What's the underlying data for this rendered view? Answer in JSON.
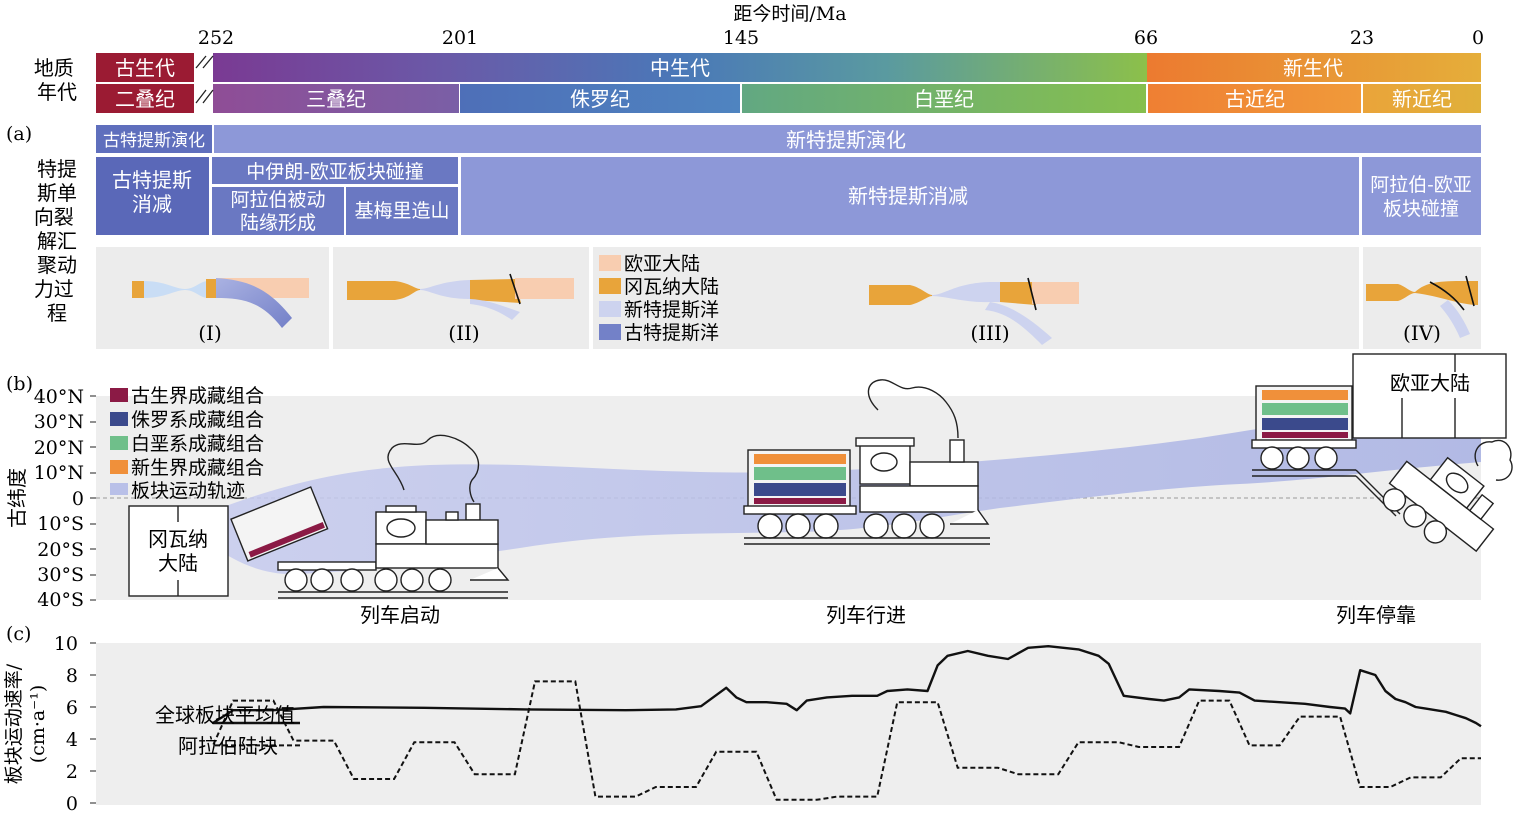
{
  "time_axis": {
    "title": "距今时间/Ma",
    "ticks": [
      {
        "label": "252",
        "ma": 252
      },
      {
        "label": "201",
        "ma": 201
      },
      {
        "label": "145",
        "ma": 145
      },
      {
        "label": "66",
        "ma": 66
      },
      {
        "label": "23",
        "ma": 23
      },
      {
        "label": "0",
        "ma": 0
      }
    ]
  },
  "geo_eras": {
    "row_label": "地质\n年代",
    "eras": [
      {
        "label": "古生代",
        "from": 300,
        "to": 252
      },
      {
        "label": "中生代",
        "from": 252,
        "to": 66
      },
      {
        "label": "新生代",
        "from": 66,
        "to": 0
      }
    ],
    "periods": [
      {
        "label": "二叠纪",
        "from": 300,
        "to": 252
      },
      {
        "label": "三叠纪",
        "from": 252,
        "to": 201
      },
      {
        "label": "侏罗纪",
        "from": 201,
        "to": 145
      },
      {
        "label": "白垩纪",
        "from": 145,
        "to": 66
      },
      {
        "label": "古近纪",
        "from": 66,
        "to": 23
      },
      {
        "label": "新近纪",
        "from": 23,
        "to": 0
      }
    ]
  },
  "panel_a": {
    "tag": "(a)",
    "row_label": "特提\n斯单\n向裂\n解汇\n聚动\n力过\n程",
    "evolution": [
      "古特提斯演化",
      "新特提斯演化"
    ],
    "events": {
      "paleo_subduction": "古特提斯\n消减",
      "iran_collision": "中伊朗-欧亚板块碰撞",
      "arabia_margin": "阿拉伯被动\n陆缘形成",
      "cimmerian": "基梅里造山",
      "neo_subduction": "新特提斯消减",
      "arabia_collision": "阿拉伯-欧亚\n板块碰撞"
    },
    "stages": [
      "(I)",
      "(II)",
      "(III)",
      "(IV)"
    ],
    "legend": [
      {
        "label": "欧亚大陆",
        "color": "#f8cdb0"
      },
      {
        "label": "冈瓦纳大陆",
        "color": "#e8a43a"
      },
      {
        "label": "新特提斯洋",
        "color": "#cdd3ef"
      },
      {
        "label": "古特提斯洋",
        "color": "#7381c8"
      }
    ]
  },
  "panel_b": {
    "tag": "(b)",
    "ylabel": "古纬度",
    "yticks": [
      "40°N",
      "30°N",
      "20°N",
      "10°N",
      "0",
      "10°S",
      "20°S",
      "30°S",
      "40°S"
    ],
    "legend": [
      {
        "label": "古生界成藏组合",
        "color": "#8b1a45"
      },
      {
        "label": "侏罗系成藏组合",
        "color": "#3b4a8c"
      },
      {
        "label": "白垩系成藏组合",
        "color": "#6fbf8a"
      },
      {
        "label": "新生界成藏组合",
        "color": "#f0903a"
      },
      {
        "label": "板块运动轨迹",
        "color": "#b9c0e8"
      }
    ],
    "gondwana": "冈瓦纳\n大陆",
    "eurasia": "欧亚大陆",
    "captions": [
      "列车启动",
      "列车行进",
      "列车停靠"
    ]
  },
  "panel_c": {
    "tag": "(c)",
    "ylabel": "板块运动速率/\n(cm·a⁻¹)",
    "yticks": [
      0,
      2,
      4,
      6,
      8,
      10
    ],
    "ylim": [
      0,
      10
    ]
  },
  "chart_data": {
    "type": "line",
    "xlabel": "距今时间/Ma",
    "ylabel": "板块运动速率/(cm·a⁻¹)",
    "ylim": [
      0,
      10
    ],
    "x_reversed": true,
    "series": [
      {
        "name": "全球板块平均值",
        "style": "solid",
        "points": [
          [
            300,
            5.0
          ],
          [
            252,
            5.0
          ],
          [
            250,
            5.4
          ],
          [
            248,
            5.8
          ],
          [
            240,
            5.8
          ],
          [
            230,
            6.0
          ],
          [
            210,
            5.95
          ],
          [
            190,
            5.85
          ],
          [
            170,
            5.8
          ],
          [
            160,
            5.85
          ],
          [
            155,
            6.05
          ],
          [
            150,
            7.2
          ],
          [
            148,
            6.6
          ],
          [
            146,
            6.3
          ],
          [
            142,
            6.3
          ],
          [
            138,
            6.2
          ],
          [
            136,
            5.8
          ],
          [
            134,
            6.4
          ],
          [
            130,
            6.6
          ],
          [
            125,
            6.7
          ],
          [
            120,
            6.7
          ],
          [
            118,
            7.0
          ],
          [
            114,
            7.1
          ],
          [
            110,
            7.0
          ],
          [
            108,
            8.6
          ],
          [
            106,
            9.2
          ],
          [
            102,
            9.5
          ],
          [
            98,
            9.2
          ],
          [
            94,
            9.0
          ],
          [
            90,
            9.7
          ],
          [
            86,
            9.8
          ],
          [
            80,
            9.6
          ],
          [
            76,
            9.2
          ],
          [
            74,
            8.7
          ],
          [
            71,
            6.7
          ],
          [
            66,
            6.5
          ],
          [
            63,
            6.4
          ],
          [
            60,
            6.6
          ],
          [
            58,
            7.1
          ],
          [
            52,
            7.0
          ],
          [
            48,
            6.9
          ],
          [
            45,
            6.4
          ],
          [
            40,
            6.3
          ],
          [
            35,
            6.2
          ],
          [
            30,
            6.0
          ],
          [
            27,
            5.9
          ],
          [
            26,
            5.6
          ],
          [
            24,
            8.3
          ],
          [
            21,
            8.0
          ],
          [
            19,
            7.0
          ],
          [
            17,
            6.5
          ],
          [
            15,
            6.3
          ],
          [
            13,
            6.0
          ],
          [
            11,
            5.9
          ],
          [
            9,
            5.8
          ],
          [
            7,
            5.7
          ],
          [
            5,
            5.5
          ],
          [
            3,
            5.3
          ],
          [
            1,
            5.0
          ],
          [
            0,
            4.8
          ]
        ]
      },
      {
        "name": "阿拉伯陆块",
        "style": "dashed",
        "points": [
          [
            300,
            3.6
          ],
          [
            252,
            3.6
          ],
          [
            248,
            6.4
          ],
          [
            240,
            6.4
          ],
          [
            236,
            3.9
          ],
          [
            228,
            3.9
          ],
          [
            224,
            1.5
          ],
          [
            216,
            1.5
          ],
          [
            212,
            3.8
          ],
          [
            204,
            3.8
          ],
          [
            200,
            1.8
          ],
          [
            192,
            1.8
          ],
          [
            188,
            7.6
          ],
          [
            180,
            7.6
          ],
          [
            176,
            0.4
          ],
          [
            168,
            0.4
          ],
          [
            164,
            1.0
          ],
          [
            156,
            1.0
          ],
          [
            152,
            3.2
          ],
          [
            144,
            3.2
          ],
          [
            140,
            0.2
          ],
          [
            132,
            0.2
          ],
          [
            128,
            0.4
          ],
          [
            120,
            0.4
          ],
          [
            116,
            6.3
          ],
          [
            108,
            6.3
          ],
          [
            104,
            2.2
          ],
          [
            96,
            2.2
          ],
          [
            92,
            1.8
          ],
          [
            84,
            1.8
          ],
          [
            80,
            3.8
          ],
          [
            72,
            3.8
          ],
          [
            68,
            3.5
          ],
          [
            60,
            3.5
          ],
          [
            56,
            6.4
          ],
          [
            50,
            6.4
          ],
          [
            46,
            3.6
          ],
          [
            40,
            3.6
          ],
          [
            36,
            5.4
          ],
          [
            28,
            5.4
          ],
          [
            24,
            1.0
          ],
          [
            18,
            1.0
          ],
          [
            14,
            1.6
          ],
          [
            8,
            1.6
          ],
          [
            4,
            2.8
          ],
          [
            0,
            2.8
          ]
        ]
      }
    ]
  }
}
